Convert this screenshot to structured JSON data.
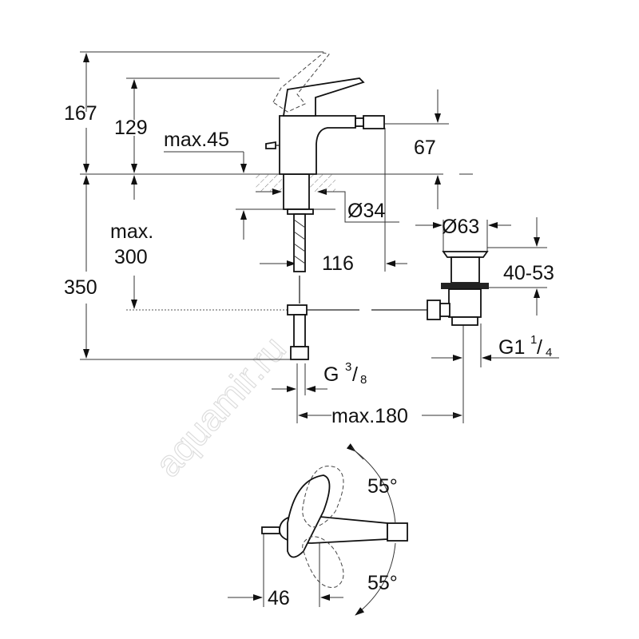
{
  "drawing": {
    "watermark": "aquamir.ru",
    "dimensions": {
      "total_height": "167",
      "spout_height": "129",
      "deck_thickness": "max.45",
      "spout_to_deck": "67",
      "hole_diameter": "Ø34",
      "max_line_1": "max.",
      "max_line_2": "300",
      "waste_diameter": "Ø63",
      "total_depth": "350",
      "spout_reach": "116",
      "waste_range": "40-53",
      "waste_thread_main": "G1",
      "waste_thread_num": "1",
      "waste_thread_den": "4",
      "supply_thread_main": "G",
      "supply_thread_num": "3",
      "supply_thread_den": "8",
      "max_distance": "max.180",
      "angle_top": "55°",
      "angle_bottom": "55°",
      "lever_offset": "46"
    }
  }
}
